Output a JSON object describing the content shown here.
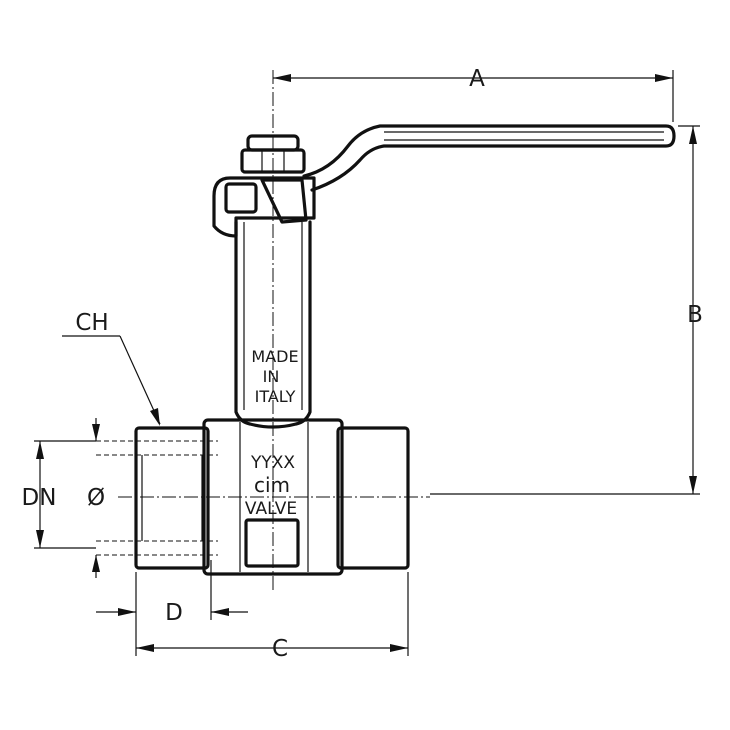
{
  "dimensions": {
    "a": "A",
    "b": "B",
    "c": "C",
    "d": "D",
    "ch": "CH",
    "dn": "DN",
    "diameter": "Ø"
  },
  "markings": {
    "line1": "MADE",
    "line2": "IN",
    "line3": "ITALY",
    "date_code": "YYXX",
    "brand": "cim",
    "type": "VALVE"
  }
}
